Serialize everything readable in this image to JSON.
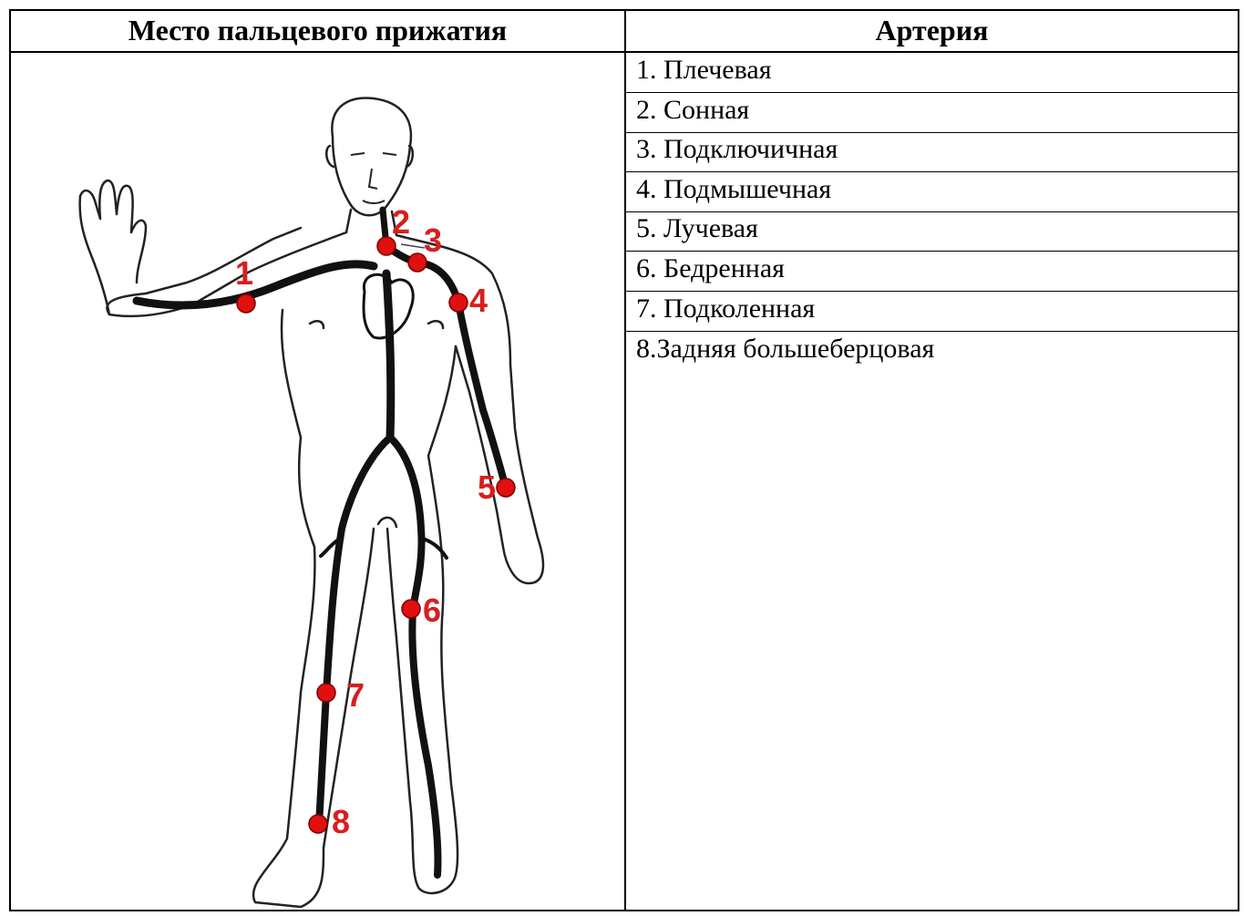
{
  "table": {
    "headers": {
      "left": "Место пальцевого прижатия",
      "right": "Артерия"
    },
    "arteries": [
      "1. Плечевая",
      "2. Сонная",
      "3. Подключичная",
      "4. Подмышечная",
      "5. Лучевая",
      "6. Бедренная",
      "7. Подколенная",
      "8.Задняя большеберцовая"
    ]
  },
  "figure": {
    "markers": [
      "1",
      "2",
      "3",
      "4",
      "5",
      "6",
      "7",
      "8"
    ],
    "colors": {
      "marker": "#e01010",
      "artery": "#111111",
      "outline": "#222222"
    }
  }
}
